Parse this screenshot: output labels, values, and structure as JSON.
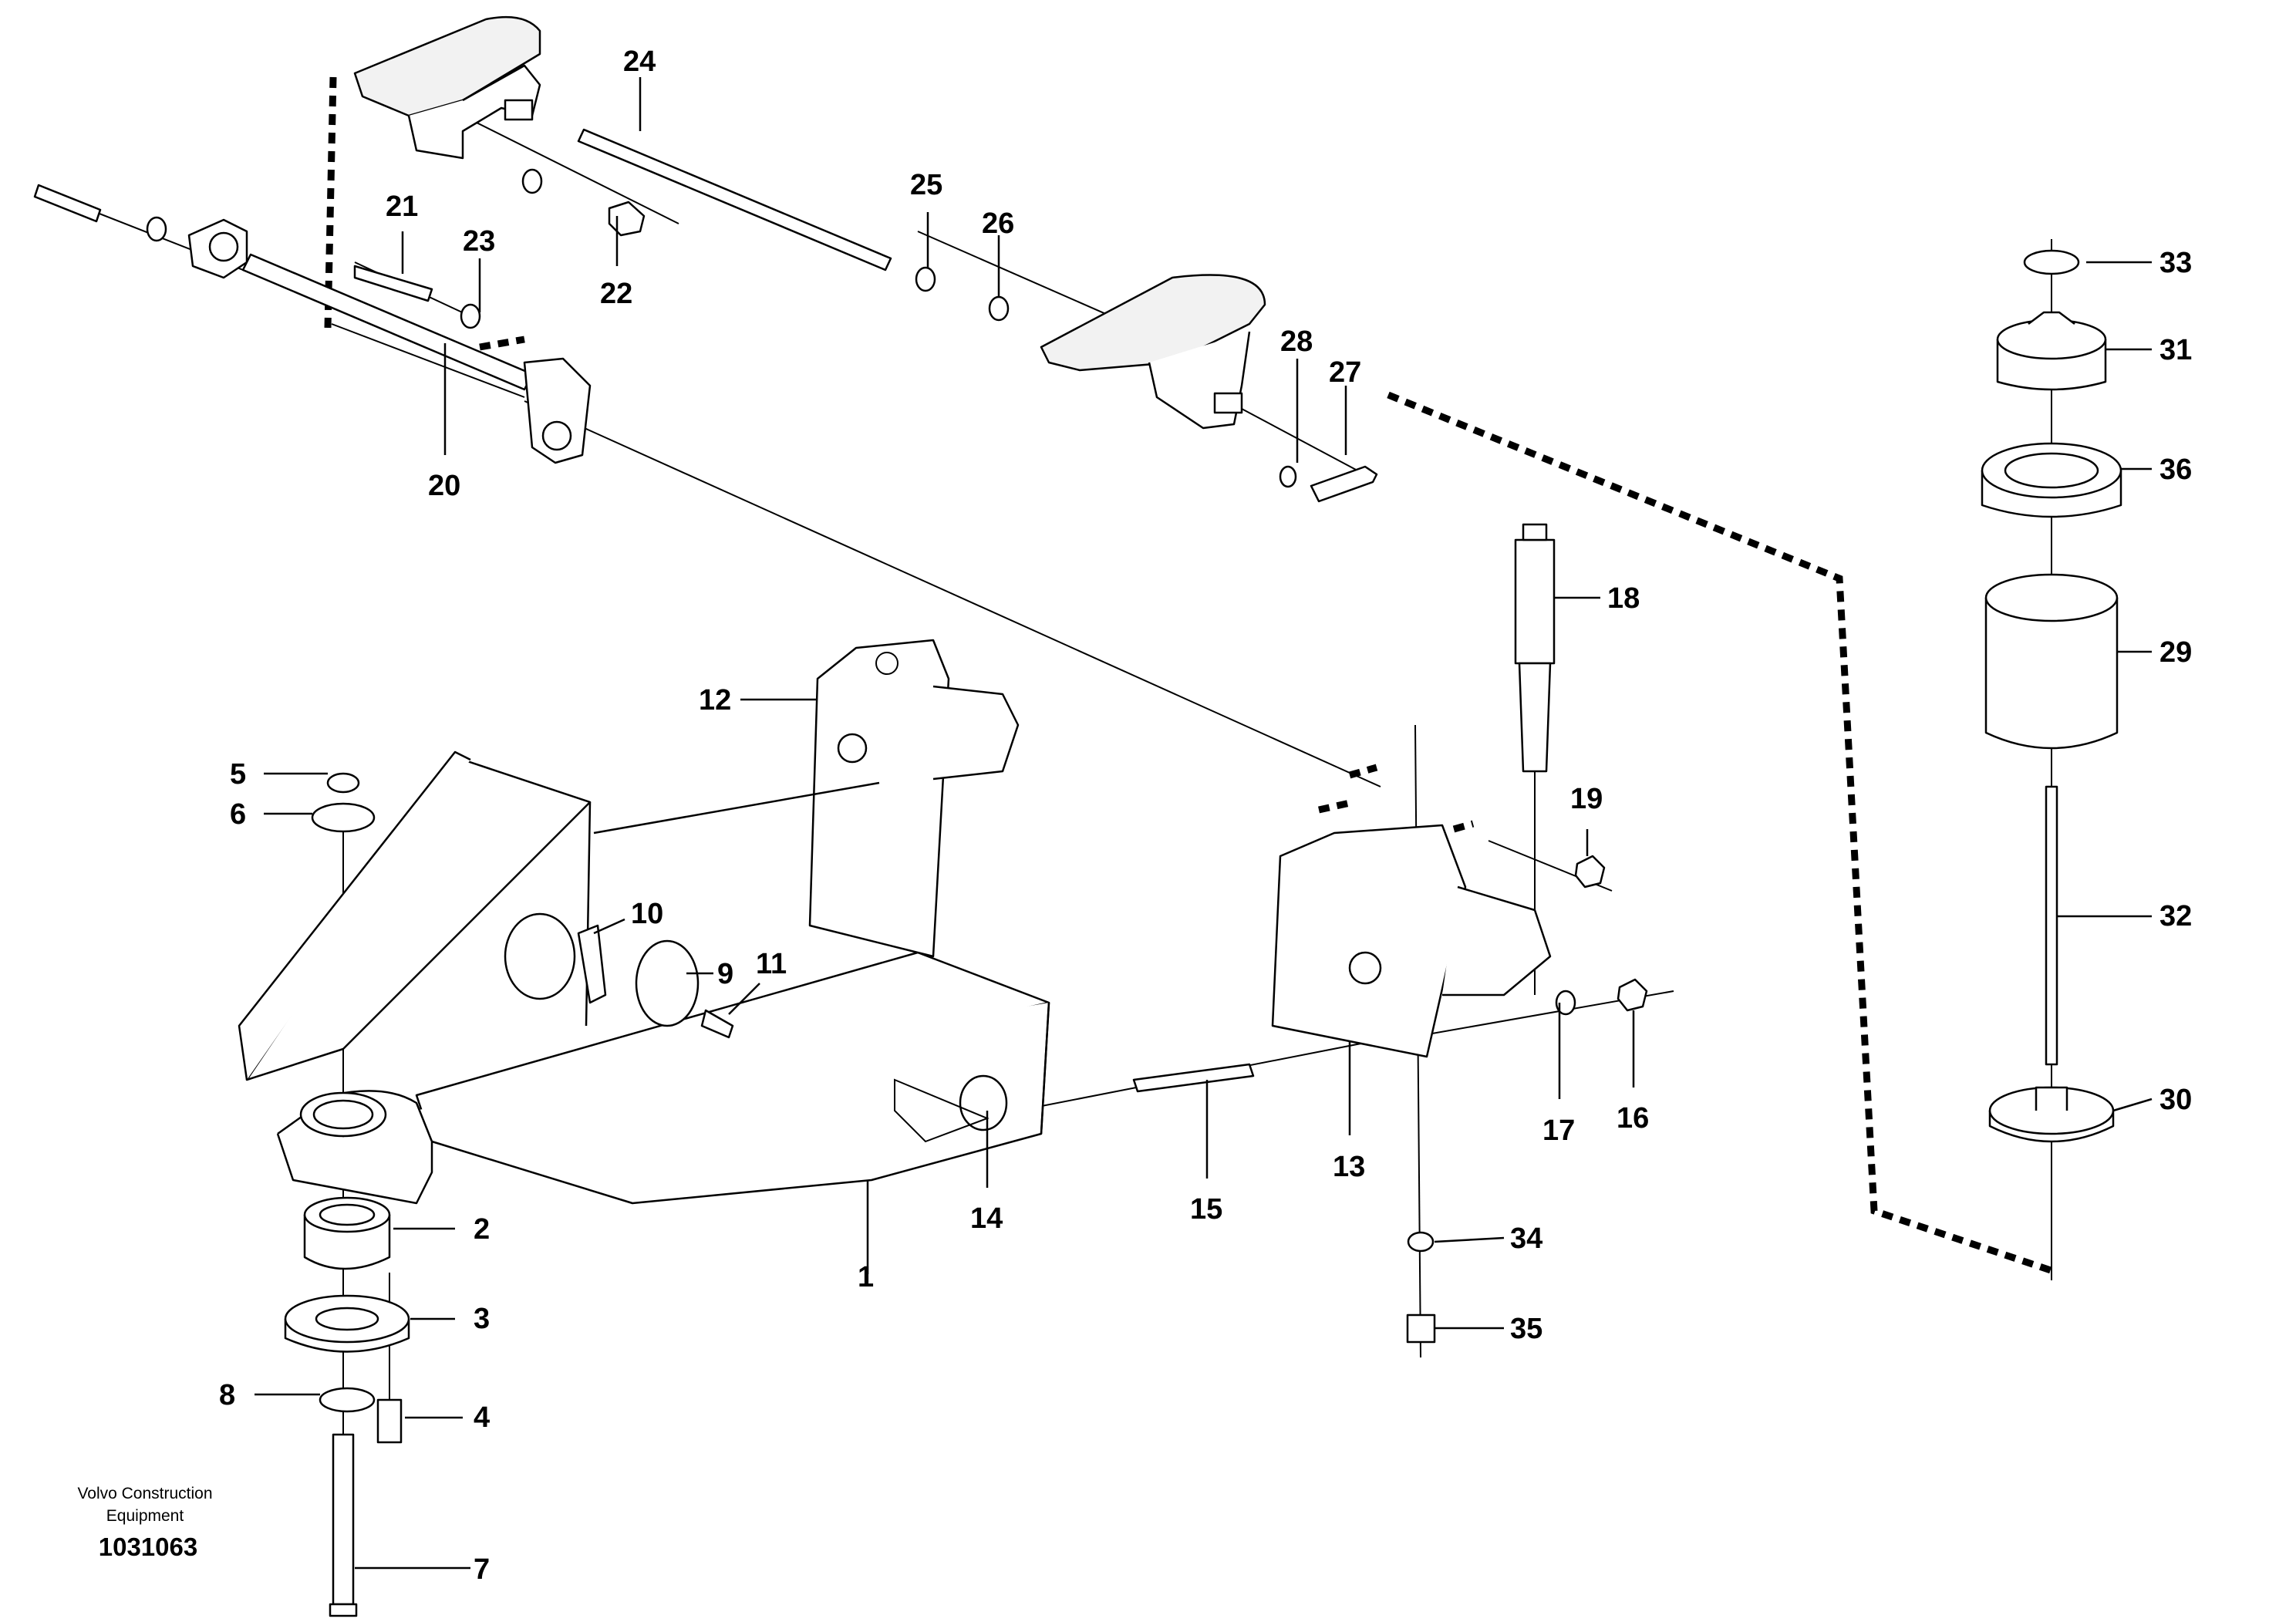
{
  "callouts": [
    "1",
    "2",
    "3",
    "4",
    "5",
    "6",
    "7",
    "8",
    "9",
    "10",
    "11",
    "12",
    "13",
    "14",
    "15",
    "16",
    "17",
    "18",
    "19",
    "20",
    "21",
    "22",
    "23",
    "24",
    "25",
    "26",
    "27",
    "28",
    "29",
    "30",
    "31",
    "32",
    "33",
    "34",
    "35",
    "36"
  ],
  "credit": {
    "line1": "Volvo Construction",
    "line2": "Equipment",
    "doc_number": "1031063"
  }
}
